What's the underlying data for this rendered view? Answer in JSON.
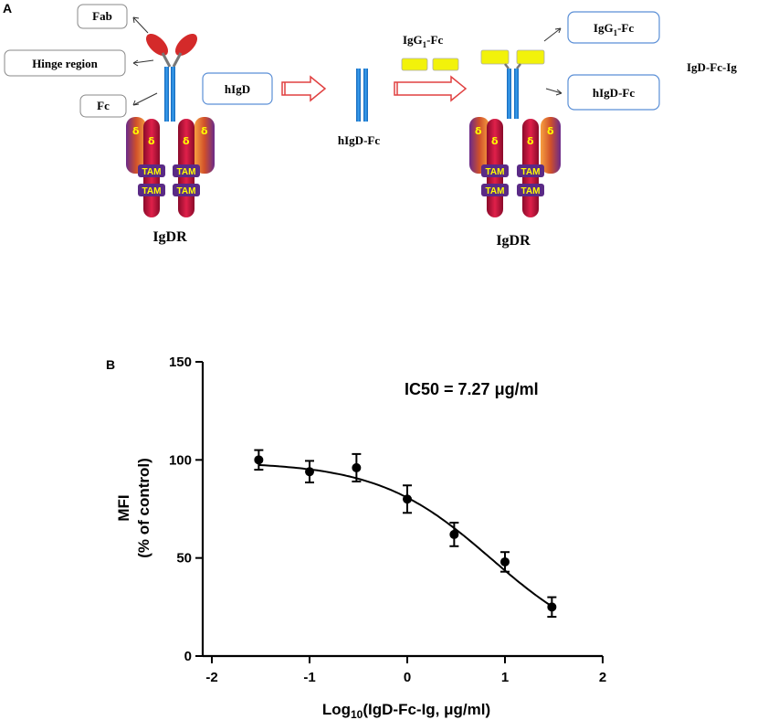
{
  "panel_a": {
    "letter": "A",
    "labels": {
      "fab": "Fab",
      "hinge": "Hinge region",
      "fc": "Fc",
      "higd": "hIgD",
      "higd_fc_mid": "hIgD-Fc",
      "igg1_fc_top": "IgG1-Fc",
      "igg1_fc_box": "IgG1-Fc",
      "higd_fc_box": "hIgD-Fc",
      "igd_fc_ig": "IgD-Fc-Ig",
      "igdr_left": "IgDR",
      "igdr_right": "IgDR",
      "tam": "TAM",
      "delta": "δ"
    },
    "colors": {
      "fab_red": "#d42a2a",
      "hinge_gray": "#777777",
      "fc_blue": "#1e88d9",
      "box_border": "#5b8fd6",
      "arrow_red": "#e04040",
      "yellow": "#f2f20a",
      "receptor_red": "#cc1144",
      "receptor_orange": "#f08a3a",
      "receptor_purple": "#5a2a86"
    }
  },
  "panel_b": {
    "letter": "B",
    "annotation": "IC50 = 7.27 μg/ml",
    "chart_data": {
      "type": "scatter",
      "fit": "sigmoid",
      "xlabel_parts": [
        "Log",
        "10",
        "(IgD-Fc-Ig, μg/ml)"
      ],
      "ylabel_lines": [
        "MFI",
        "(% of control)"
      ],
      "xlim": [
        -2,
        2
      ],
      "ylim": [
        0,
        150
      ],
      "xticks": [
        -2,
        -1,
        0,
        1,
        2
      ],
      "yticks": [
        0,
        50,
        100,
        150
      ],
      "points": [
        {
          "x": -1.52,
          "y": 100,
          "err": 5
        },
        {
          "x": -1.0,
          "y": 94,
          "err": 5.5
        },
        {
          "x": -0.52,
          "y": 96,
          "err": 7
        },
        {
          "x": 0.0,
          "y": 80,
          "err": 7
        },
        {
          "x": 0.48,
          "y": 62,
          "err": 6
        },
        {
          "x": 1.0,
          "y": 48,
          "err": 5
        },
        {
          "x": 1.48,
          "y": 25,
          "err": 5
        }
      ],
      "curve": {
        "top": 99,
        "bottom": 0,
        "logIC50": 0.8615,
        "hill": -0.75
      }
    }
  }
}
